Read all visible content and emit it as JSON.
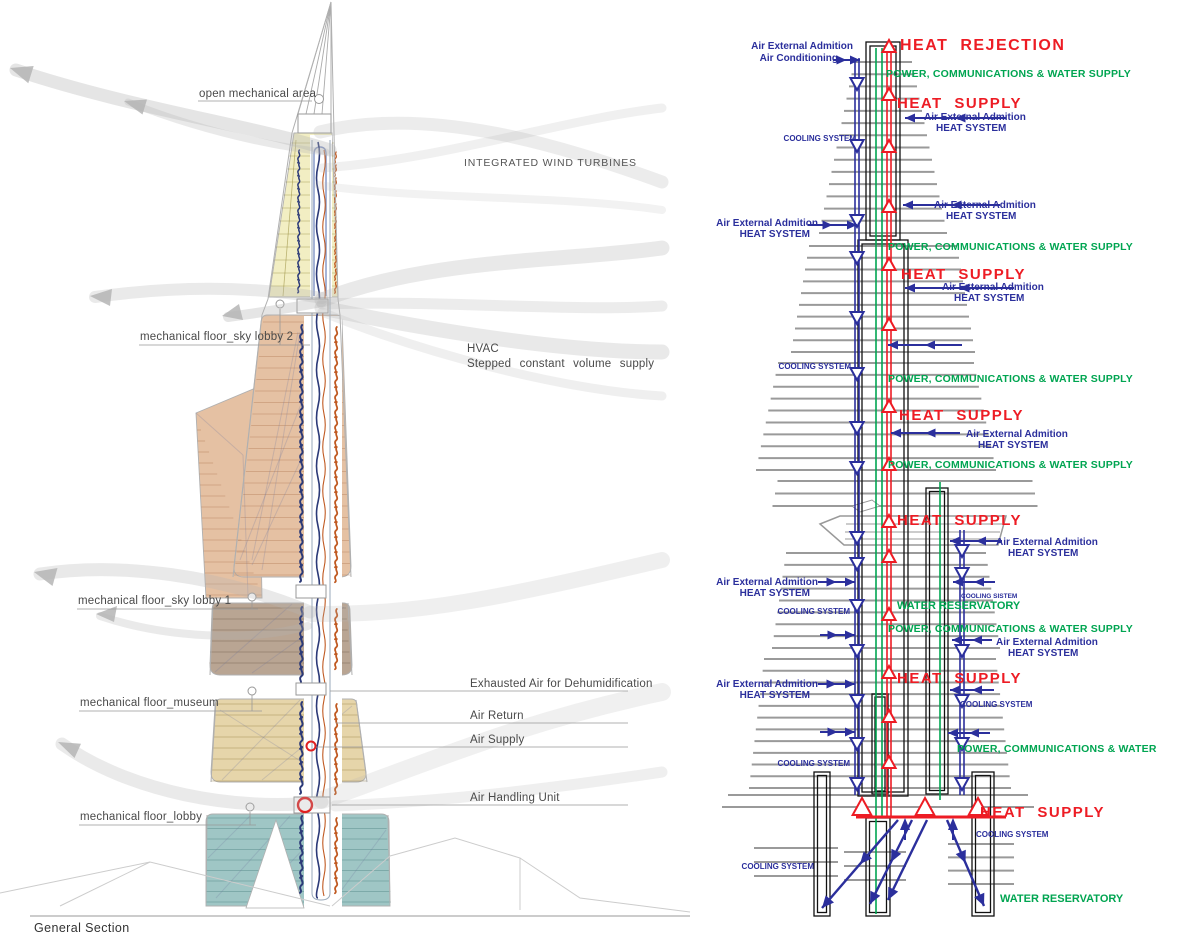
{
  "left": {
    "labels": {
      "open_mechanical_area": "open mechanical area",
      "integrated_wind_turbines": "INTEGRATED WIND TURBINES",
      "mech_floor_sky_lobby_2": "mechanical floor_sky lobby 2",
      "hvac": "HVAC",
      "hvac_sub": "Stepped constant volume supply",
      "mech_floor_sky_lobby_1": "mechanical floor_sky lobby 1",
      "exhausted_air": "Exhausted Air for Dehumidification",
      "mech_floor_museum": "mechanical floor_museum",
      "air_return": "Air Return",
      "air_supply": "Air Supply",
      "air_handling_unit": "Air Handling Unit",
      "mech_floor_lobby": "mechanical floor_lobby",
      "general_section": "General Section"
    }
  },
  "right": {
    "labels": {
      "air_external_admition": "Air External Admition",
      "air_conditioning": "Air Conditioning",
      "heat_rejection": "HEAT REJECTION",
      "heat_supply": "HEAT SUPPLY",
      "heat_system": "HEAT SYSTEM",
      "power_full": "POWER, COMMUNICATIONS  & WATER SUPPLY",
      "power_short": "POWER, COMMUNICATIONS  & WATER",
      "cooling_system": "COOLING SYSTEM",
      "cooling_sistem": "COOLING SISTEM",
      "water_reservatory": "WATER RESERVATORY"
    }
  },
  "colors": {
    "heat_red": "#ed1c24",
    "air_blue": "#2b2f9c",
    "power_green": "#00a551",
    "floor_gray": "#9a9a9a",
    "wind_zone_yellow": "#f2eec3",
    "offices_salmon": "#e5c1a3",
    "sky_lobby_taupe": "#b9a593",
    "museum_beige": "#e6d5aa",
    "lobby_teal": "#9fc6c5",
    "swoosh_gray": "#b5b5b5",
    "squiggle_navy": "#2c3a78",
    "squiggle_orange": "#c05a22",
    "outline_gray": "#b0b0b0",
    "label_gray": "#4a4a4a"
  }
}
